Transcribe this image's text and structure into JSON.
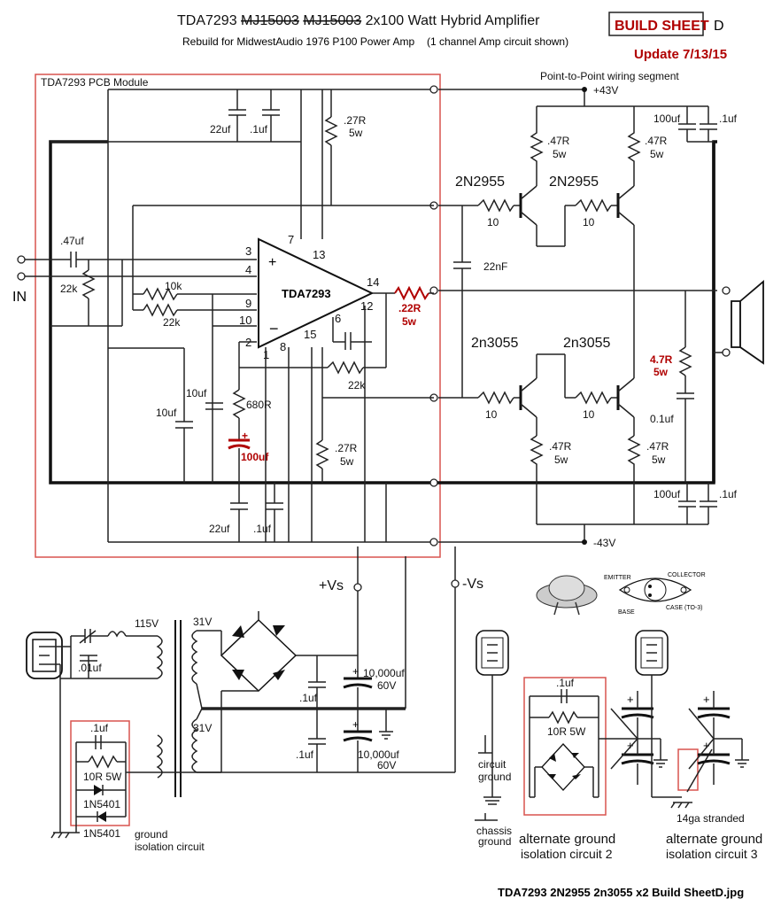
{
  "header": {
    "title_prefix": "TDA7293 ",
    "title_strike1": "MJ15003",
    "title_strike2": "MJ15003",
    "title_suffix": " 2x100 Watt Hybrid Amplifier",
    "subtitle": "Rebuild for MidwestAudio 1976 P100 Power Amp",
    "subtitle_note": "(1 channel Amp circuit shown)",
    "build_sheet": "BUILD SHEET",
    "build_letter": "D",
    "update": "Update 7/13/15"
  },
  "module": {
    "label": "TDA7293 PCB Module",
    "ic": "TDA7293"
  },
  "p2p_label": "Point-to-Point wiring segment",
  "rails": {
    "pos": "+43V",
    "neg": "-43V",
    "pos_vs": "+Vs",
    "neg_vs": "-Vs"
  },
  "input": {
    "label": "IN"
  },
  "pins": [
    "3",
    "4",
    "9",
    "10",
    "2",
    "7",
    "13",
    "14",
    "12",
    "6",
    "15",
    "1",
    "8"
  ],
  "components": {
    "c_in": ".47uf",
    "r_in": "22k",
    "r_10k": "10k",
    "r_22k_a": "22k",
    "r_22k_b": "22k",
    "c_22uf_top": "22uf",
    "c_1uf_top": ".1uf",
    "r_27_top": ".27R",
    "r_27_top_w": "5w",
    "r_27_bot": ".27R",
    "r_27_bot_w": "5w",
    "c_10uf_a": "10uf",
    "c_10uf_b": "10uf",
    "r_680": "680R",
    "c_100uf_mod": "100uf",
    "c_22uf_bot": "22uf",
    "c_1uf_bot": ".1uf",
    "r_22r": ".22R",
    "r_22r_w": "5w",
    "q1": "2N2955",
    "q2": "2N2955",
    "q3": "2n3055",
    "q4": "2n3055",
    "r_10_a": "10",
    "r_10_b": "10",
    "r_10_c": "10",
    "r_10_d": "10",
    "r_47_a": ".47R",
    "r_47_a_w": "5w",
    "r_47_b": ".47R",
    "r_47_b_w": "5w",
    "r_47_c": ".47R",
    "r_47_c_w": "5w",
    "r_47_d": ".47R",
    "r_47_d_w": "5w",
    "c_22nf": "22nF",
    "c_100uf_pos": "100uf",
    "c_1uf_pos": ".1uf",
    "c_100uf_neg": "100uf",
    "c_1uf_neg": ".1uf",
    "zobel_r": "4.7R",
    "zobel_r_w": "5w",
    "zobel_c": "0.1uf"
  },
  "psu": {
    "mains_v": "115V",
    "mains_cap": ".01uf",
    "sec_a": "31V",
    "sec_b": "31V",
    "cap_a": ".1uf",
    "cap_b": ".1uf",
    "big_cap_a": "10,000uf",
    "big_cap_a_v": "60V",
    "big_cap_b": "10,000uf",
    "big_cap_b_v": "60V"
  },
  "ground_iso": {
    "cap": ".1uf",
    "res": "10R  5W",
    "d1": "1N5401",
    "d2": "1N5401",
    "label1": "ground",
    "label2": "isolation circuit"
  },
  "to3": {
    "emitter": "EMITTER",
    "collector": "COLLECTOR",
    "base": "BASE",
    "case": "CASE (TO-3)"
  },
  "alt2": {
    "cap": ".1uf",
    "res": "10R  5W",
    "circuit_ground_1": "circuit",
    "circuit_ground_2": "ground",
    "chassis_ground_1": "chassis",
    "chassis_ground_2": "ground",
    "label1": "alternate ground",
    "label2": "isolation circuit 2"
  },
  "alt3": {
    "wire": "14ga stranded",
    "label1": "alternate ground",
    "label2": "isolation circuit 3"
  },
  "footer": {
    "filename": "TDA7293 2N2955 2n3055 x2 Build SheetD.jpg"
  },
  "colors": {
    "module_box": "#d9534f",
    "highlight": "#b00000",
    "bus": "#111111"
  }
}
